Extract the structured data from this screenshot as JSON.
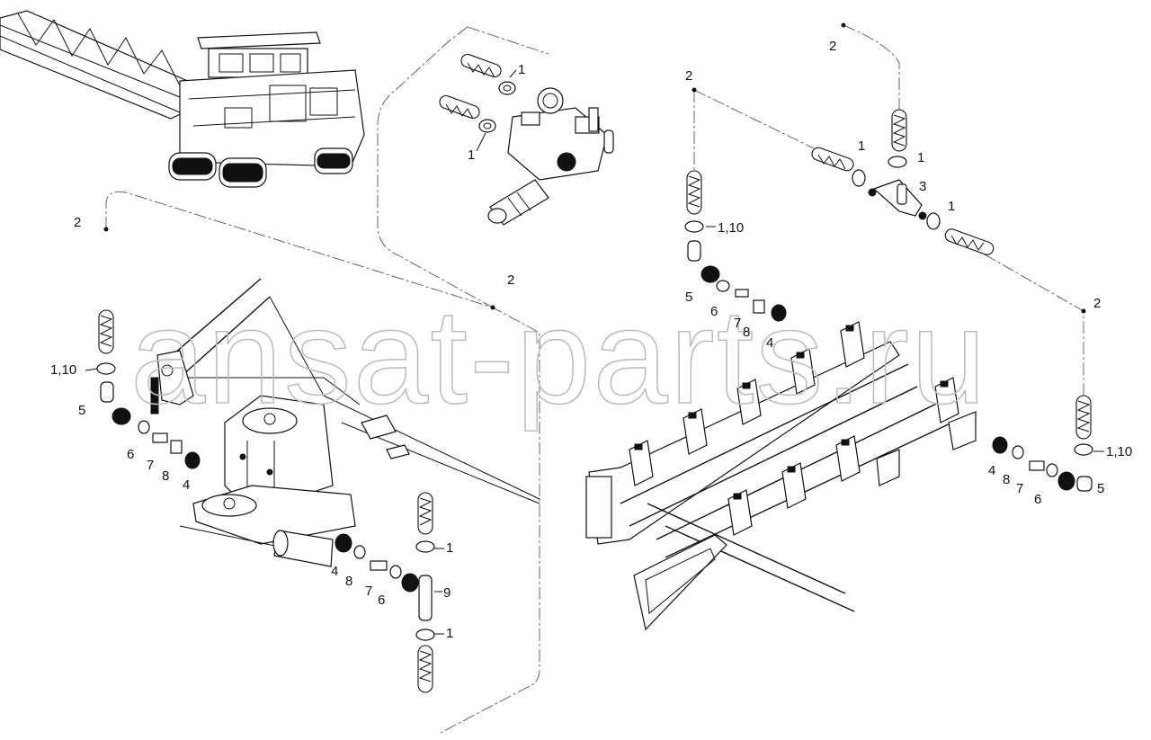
{
  "watermark": "ansat-parts.ru",
  "callouts": [
    {
      "id": "c-top-1a",
      "text": "1"
    },
    {
      "id": "c-top-1b",
      "text": "1"
    },
    {
      "id": "c-tr-2a",
      "text": "2"
    },
    {
      "id": "c-tr-2b",
      "text": "2"
    },
    {
      "id": "c-tr-1a",
      "text": "1"
    },
    {
      "id": "c-tr-1b",
      "text": "1"
    },
    {
      "id": "c-tr-3",
      "text": "3"
    },
    {
      "id": "c-tr-1c",
      "text": "1"
    },
    {
      "id": "c-tr-110",
      "text": "1,10"
    },
    {
      "id": "c-tr-5",
      "text": "5"
    },
    {
      "id": "c-tr-6",
      "text": "6"
    },
    {
      "id": "c-tr-7",
      "text": "7"
    },
    {
      "id": "c-tr-8",
      "text": "8"
    },
    {
      "id": "c-tr-4",
      "text": "4"
    },
    {
      "id": "c-tr-2c",
      "text": "2"
    },
    {
      "id": "c-rr-110",
      "text": "1,10"
    },
    {
      "id": "c-rr-4",
      "text": "4"
    },
    {
      "id": "c-rr-8",
      "text": "8"
    },
    {
      "id": "c-rr-7",
      "text": "7"
    },
    {
      "id": "c-rr-6",
      "text": "6"
    },
    {
      "id": "c-rr-5",
      "text": "5"
    },
    {
      "id": "c-l-2a",
      "text": "2"
    },
    {
      "id": "c-l-2b",
      "text": "2"
    },
    {
      "id": "c-l-110",
      "text": "1,10"
    },
    {
      "id": "c-l-5",
      "text": "5"
    },
    {
      "id": "c-l-6",
      "text": "6"
    },
    {
      "id": "c-l-7",
      "text": "7"
    },
    {
      "id": "c-l-8",
      "text": "8"
    },
    {
      "id": "c-l-4a",
      "text": "4"
    },
    {
      "id": "c-l-1a",
      "text": "1"
    },
    {
      "id": "c-l-4b",
      "text": "4"
    },
    {
      "id": "c-l-8b",
      "text": "8"
    },
    {
      "id": "c-l-7b",
      "text": "7"
    },
    {
      "id": "c-l-6b",
      "text": "6"
    },
    {
      "id": "c-l-9",
      "text": "9"
    },
    {
      "id": "c-l-1b",
      "text": "1"
    }
  ]
}
